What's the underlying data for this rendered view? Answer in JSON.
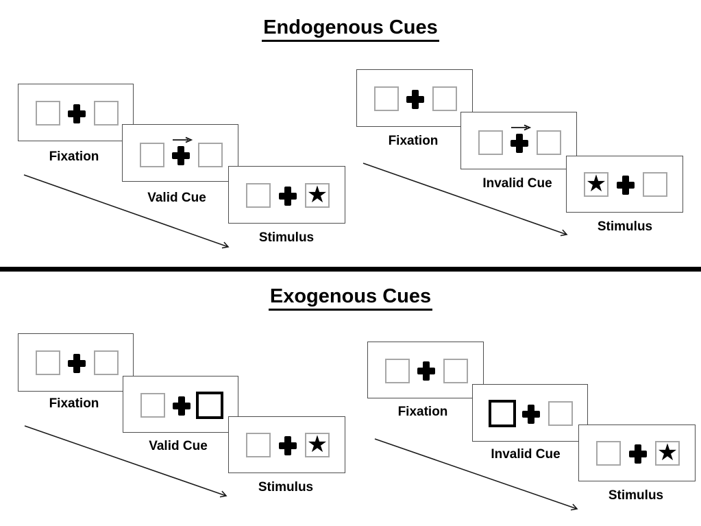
{
  "colors": {
    "background": "#ffffff",
    "panel_border": "#4d4d4d",
    "box_border": "#a6a6a6",
    "cue_box_border": "#000000",
    "ink": "#000000",
    "divider": "#000000"
  },
  "icons": {
    "star": "★",
    "fixation_cross": "plus-cross",
    "cue_arrow": "right-arrow"
  },
  "sections": [
    {
      "title": "Endogenous Cues",
      "sequences": [
        {
          "name": "valid",
          "panels": [
            {
              "label": "Fixation"
            },
            {
              "label": "Valid Cue"
            },
            {
              "label": "Stimulus"
            }
          ]
        },
        {
          "name": "invalid",
          "panels": [
            {
              "label": "Fixation"
            },
            {
              "label": "Invalid Cue"
            },
            {
              "label": "Stimulus"
            }
          ]
        }
      ]
    },
    {
      "title": "Exogenous Cues",
      "sequences": [
        {
          "name": "valid",
          "panels": [
            {
              "label": "Fixation"
            },
            {
              "label": "Valid Cue"
            },
            {
              "label": "Stimulus"
            }
          ]
        },
        {
          "name": "invalid",
          "panels": [
            {
              "label": "Fixation"
            },
            {
              "label": "Invalid Cue"
            },
            {
              "label": "Stimulus"
            }
          ]
        }
      ]
    }
  ]
}
